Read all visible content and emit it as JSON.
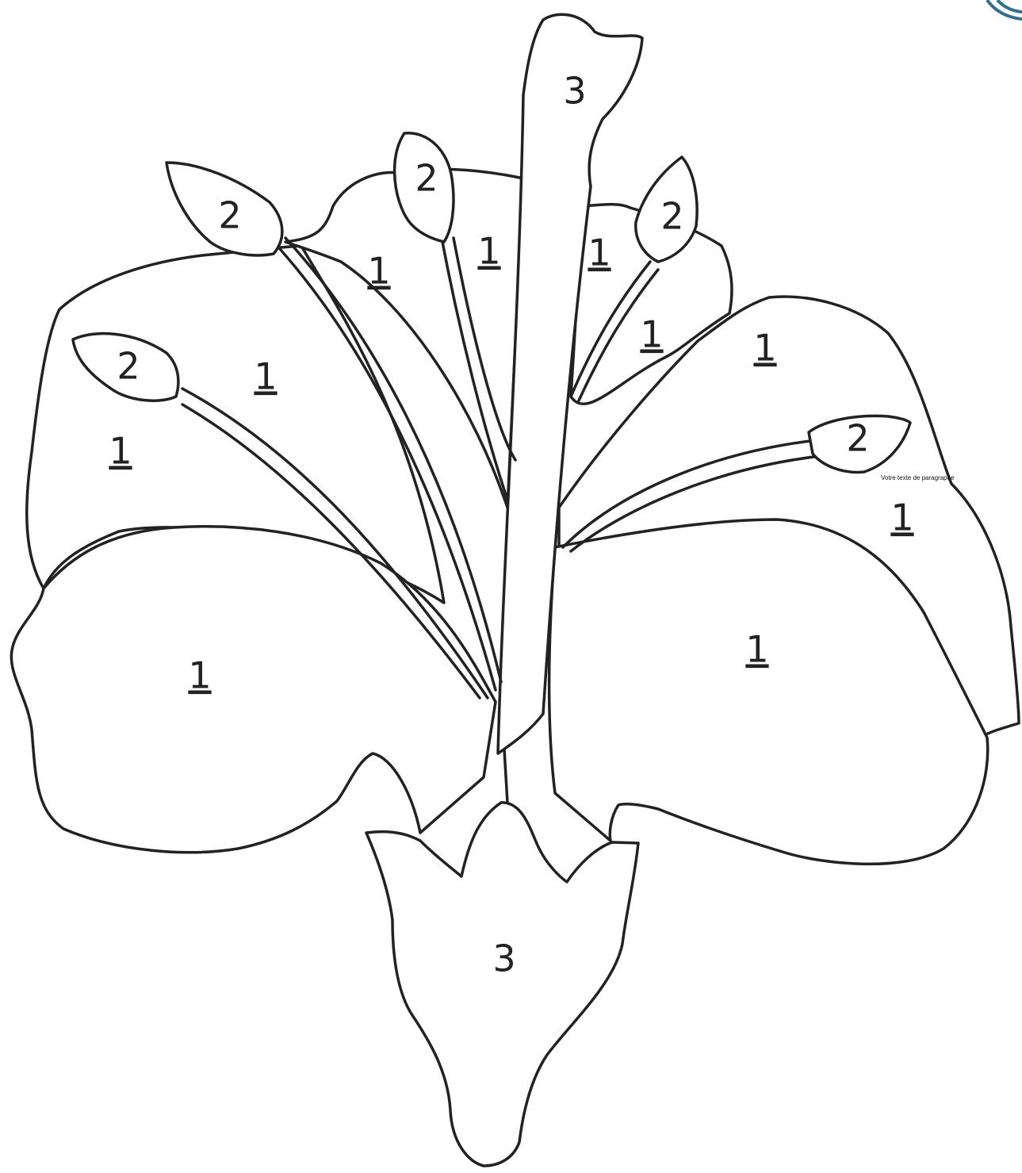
{
  "diagram": {
    "petal_labels": [
      "1",
      "1",
      "1",
      "1",
      "1",
      "1",
      "1",
      "1",
      "1",
      "1"
    ],
    "stamen_labels": [
      "2",
      "2",
      "2",
      "2",
      "2"
    ],
    "pistil_labels": [
      "3",
      "3"
    ],
    "caption": "Votre texte de paragraphe",
    "accent_color": "#2f6f8f"
  }
}
